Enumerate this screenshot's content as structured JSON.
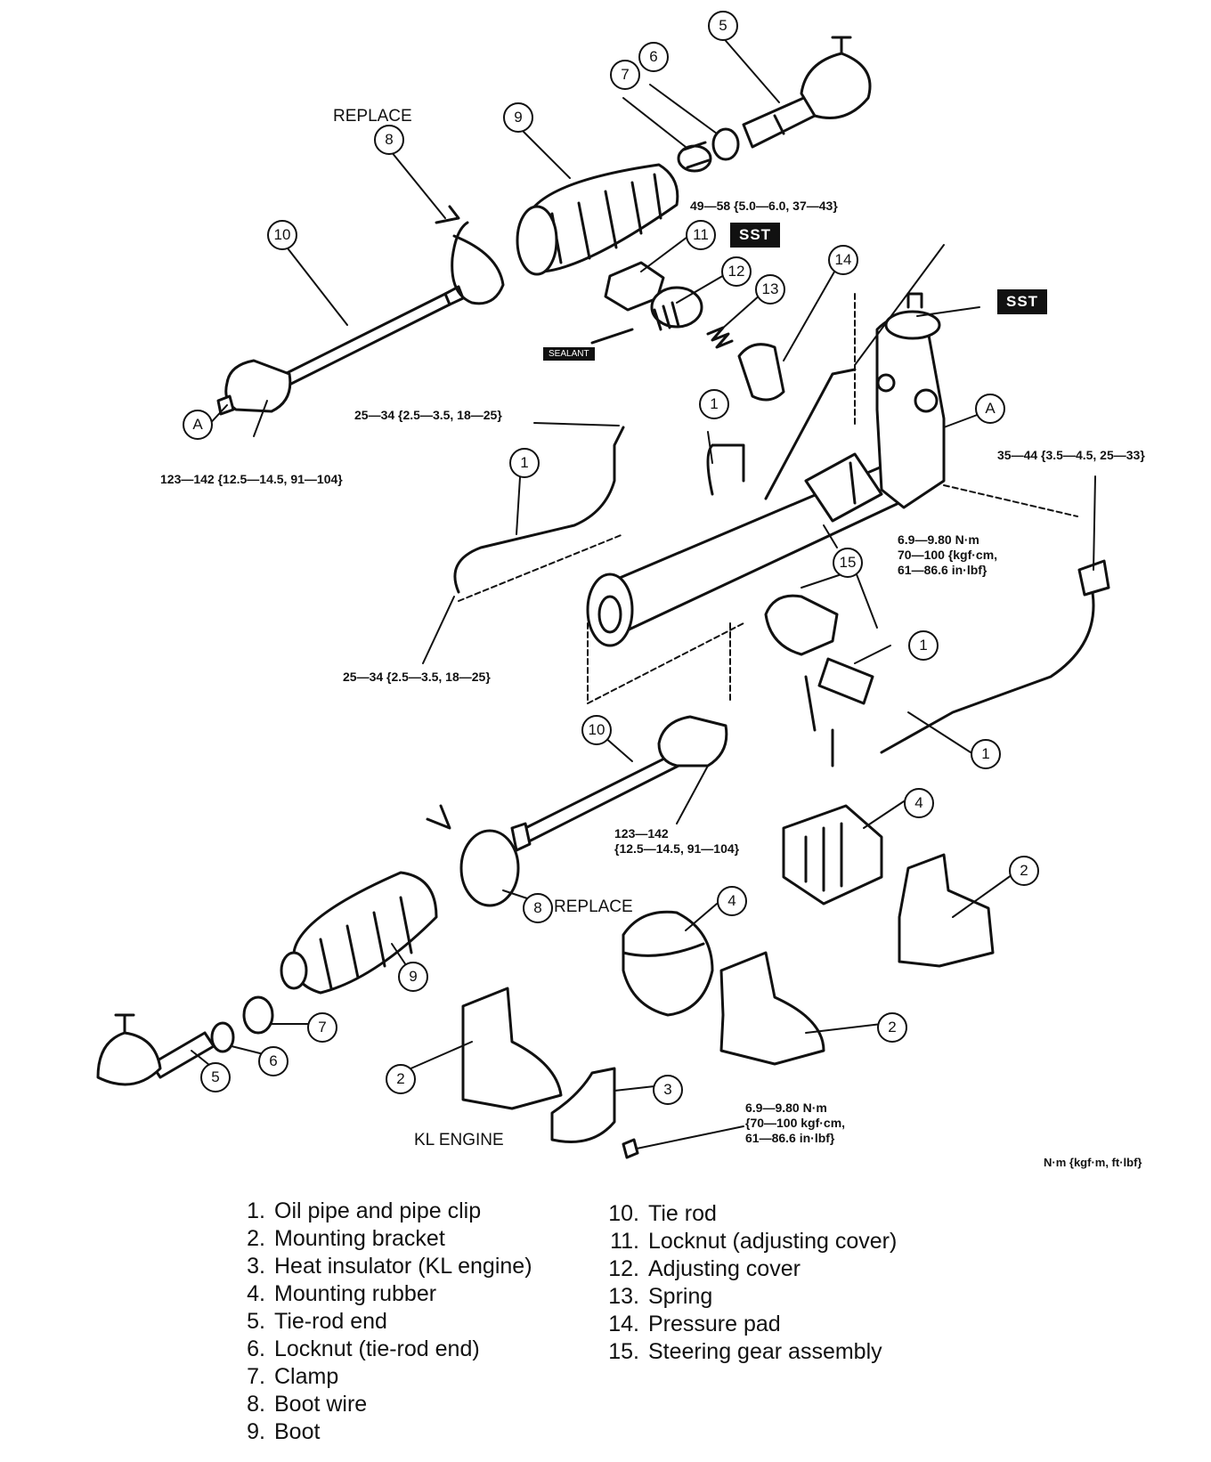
{
  "diagram": {
    "labels": {
      "replace_top": "REPLACE",
      "replace_bottom": "REPLACE",
      "kl_engine": "KL ENGINE",
      "units": "N·m {kgf·m, ft·lbf}",
      "sst_top": "SST",
      "sst_mid": "SST",
      "sealant": "SEALANT",
      "marker_a_left": "A",
      "marker_a_right": "A"
    },
    "torques": {
      "adjusting_locknut": "49—58 {5.0—6.0, 37—43}",
      "pipe_top": "25—34 {2.5—3.5, 18—25}",
      "pipe_left": "25—34 {2.5—3.5, 18—25}",
      "tie_rod_top": "123—142 {12.5—14.5, 91—104}",
      "tie_rod_bottom_1": "123—142",
      "tie_rod_bottom_2": "{12.5—14.5, 91—104}",
      "pipe_right": "35—44 {3.5—4.5, 25—33}",
      "bracket_bolt_1": "6.9—9.80 N·m",
      "bracket_bolt_2": "70—100 {kgf·cm,",
      "bracket_bolt_3": "61—86.6 in·lbf}",
      "insulator_bolt_1": "6.9—9.80 N·m",
      "insulator_bolt_2": "{70—100 kgf·cm,",
      "insulator_bolt_3": "61—86.6 in·lbf}"
    },
    "callouts": [
      "1",
      "1",
      "1",
      "1",
      "2",
      "2",
      "2",
      "3",
      "4",
      "4",
      "5",
      "5",
      "6",
      "6",
      "7",
      "7",
      "8",
      "8",
      "9",
      "9",
      "10",
      "10",
      "11",
      "12",
      "13",
      "14",
      "15"
    ]
  },
  "legend": {
    "left": [
      {
        "num": "1.",
        "text": "Oil pipe and pipe clip"
      },
      {
        "num": "2.",
        "text": "Mounting bracket"
      },
      {
        "num": "3.",
        "text": "Heat insulator (KL engine)"
      },
      {
        "num": "4.",
        "text": "Mounting rubber"
      },
      {
        "num": "5.",
        "text": "Tie-rod end"
      },
      {
        "num": "6.",
        "text": "Locknut (tie-rod end)"
      },
      {
        "num": "7.",
        "text": "Clamp"
      },
      {
        "num": "8.",
        "text": "Boot wire"
      },
      {
        "num": "9.",
        "text": "Boot"
      }
    ],
    "right": [
      {
        "num": "10.",
        "text": "Tie rod"
      },
      {
        "num": "11.",
        "text": "Locknut (adjusting cover)"
      },
      {
        "num": "12.",
        "text": "Adjusting cover"
      },
      {
        "num": "13.",
        "text": "Spring"
      },
      {
        "num": "14.",
        "text": "Pressure pad"
      },
      {
        "num": "15.",
        "text": "Steering gear assembly"
      }
    ]
  }
}
